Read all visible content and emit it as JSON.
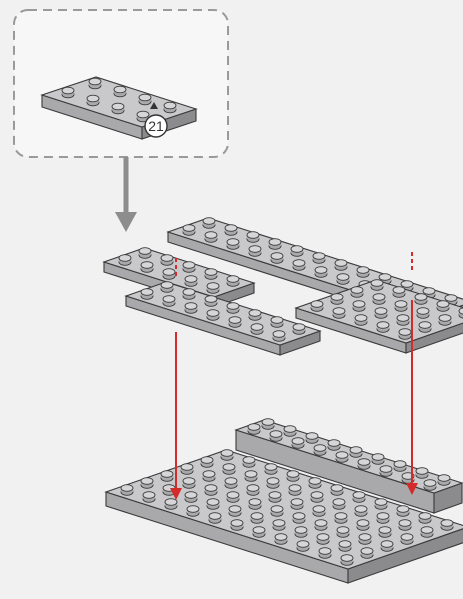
{
  "callout": {
    "part_count": "21"
  },
  "colors": {
    "background": "#f1f1f1",
    "brick_top": "#c9c9cb",
    "brick_side": "#a9a9ab",
    "brick_dark": "#8b8b8e",
    "outline": "#3b3b3b",
    "callout_border": "#9a9a9a",
    "guide_arrow": "#8d8d8d",
    "placement_line": "#d42a2a"
  },
  "icons": {
    "callout_box": "dashed-callout-box",
    "part_in_callout": "plate-2x4",
    "arrow_marker": "small-triangle-marker",
    "guide_arrow": "down-arrow",
    "placement_lines": "red-down-arrow"
  }
}
